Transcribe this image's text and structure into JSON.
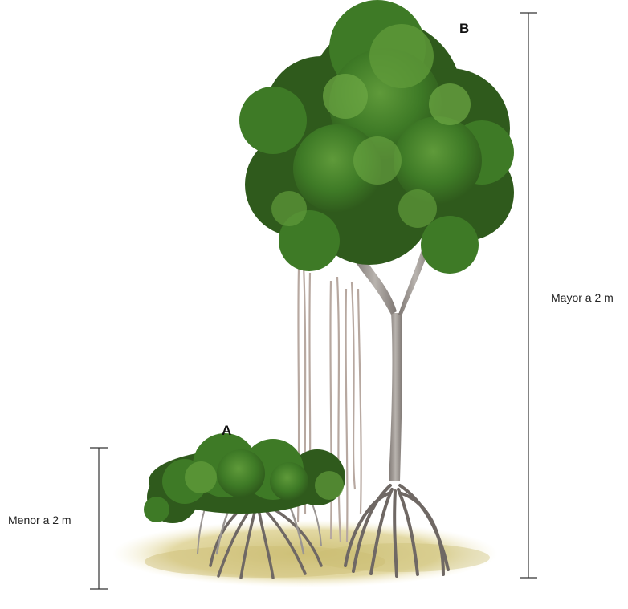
{
  "labels": {
    "tree_a": "A",
    "tree_b": "B",
    "height_small": "Menor a 2 m",
    "height_tall": "Mayor a 2 m"
  },
  "colors": {
    "foliage_dark": "#2f5a1c",
    "foliage_mid": "#3e7a26",
    "foliage_light": "#5f9a3a",
    "trunk": "#9a9592",
    "trunk_dark": "#6f6864",
    "aerial_root": "#b7a8a0",
    "ground": "#d9cd8e",
    "bracket": "#333333"
  },
  "icons": [
    "small-mangrove-illustration",
    "tall-mangrove-illustration"
  ]
}
